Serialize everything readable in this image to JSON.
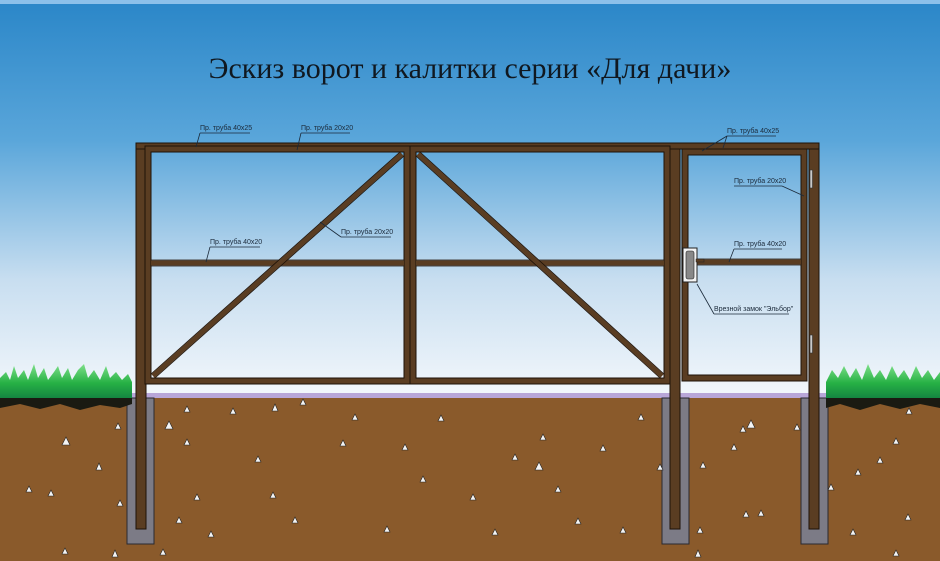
{
  "title": "Эскиз ворот и калитки серии «Для дачи»",
  "colors": {
    "sky_top": "#2a86c8",
    "sky_bottom": "#f2f6fb",
    "frame": "#5a3d22",
    "frame_outline": "#1e1208",
    "soil": "#8a5a2b",
    "concrete": "#7c7b86",
    "grass": "#2fb64a",
    "ground_line": "#b8a6d8"
  },
  "labels": {
    "gate_top_outer": "Пр. труба 40х25",
    "gate_top_inner": "Пр. труба 20х20",
    "gate_diagonal": "Пр. труба 20х20",
    "gate_middle": "Пр. труба 40х20",
    "wicket_top": "Пр. труба 40х25",
    "wicket_side": "Пр. труба 20х20",
    "wicket_middle": "Пр. труба 40х20",
    "lock": "Врезной замок \"Эльбор\""
  },
  "components": {
    "gate": "double-leaf swing gate with diagonal braces",
    "wicket": "single-leaf wicket with mortise lock and hinges",
    "posts": 3,
    "post_foundation": "concrete"
  }
}
